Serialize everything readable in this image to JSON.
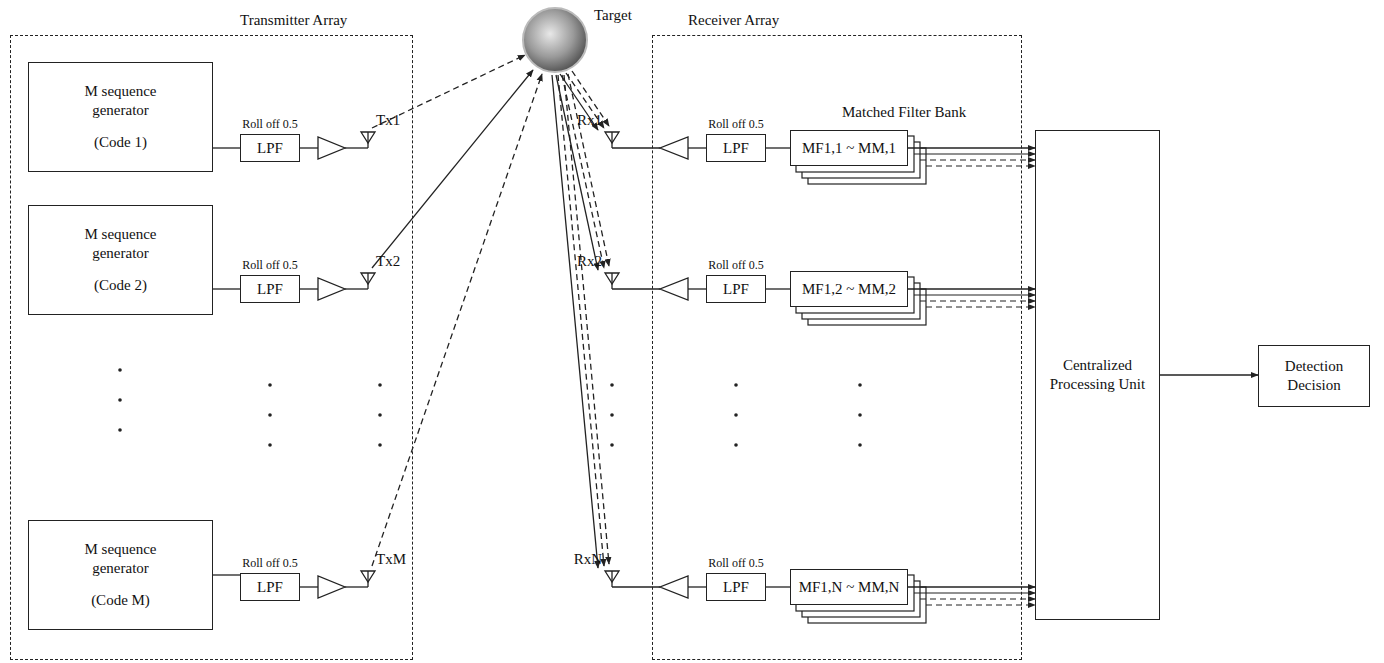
{
  "diagram": {
    "nodes": [
      {
        "text": [
          "Transmitter Array"
        ]
      },
      {
        "text": [
          "M sequence generator",
          "(Code 1)"
        ],
        "in": 0
      },
      {
        "text": [
          "Roll off 0.5",
          "LPF"
        ],
        "in": 0
      },
      {
        "text": [
          "M sequence generator",
          "(Code 2)"
        ],
        "in": 0
      },
      {
        "text": [
          "Roll off 0.5",
          "LPF"
        ],
        "in": 0
      },
      {
        "text": [
          "M sequence generator",
          "(Code M)"
        ],
        "in": 0
      },
      {
        "text": [
          "Roll off 0.5",
          "LPF"
        ],
        "in": 0
      },
      {
        "text": [
          "Target"
        ]
      },
      {
        "text": [
          "Receiver Array"
        ]
      },
      {
        "text": [
          "Roll off 0.5",
          "LPF"
        ],
        "in": 8
      },
      {
        "text": [
          "MF1,1 ~ MM,1"
        ],
        "in": 8
      },
      {
        "text": [
          "Roll off 0.5",
          "LPF"
        ],
        "in": 8
      },
      {
        "text": [
          "MF1,2 ~ MM,2"
        ],
        "in": 8
      },
      {
        "text": [
          "Roll off 0.5",
          "LPF"
        ],
        "in": 8
      },
      {
        "text": [
          "MF1,N ~ MM,N"
        ],
        "in": 8
      },
      {
        "text": [
          "Centralized Processing Unit"
        ]
      },
      {
        "text": [
          "Detection Decision"
        ]
      }
    ],
    "edges": [
      {
        "from": 1,
        "to": 2,
        "arrow": "none"
      },
      {
        "from": 3,
        "to": 4,
        "arrow": "none"
      },
      {
        "from": 5,
        "to": 6,
        "arrow": "none"
      },
      {
        "from": 9,
        "to": 10,
        "arrow": "none"
      },
      {
        "from": 11,
        "to": 12,
        "arrow": "none"
      },
      {
        "from": 13,
        "to": 14,
        "arrow": "none"
      },
      {
        "from": 10,
        "to": 15,
        "arrow": "to"
      },
      {
        "from": 12,
        "to": 15,
        "arrow": "to"
      },
      {
        "from": 14,
        "to": 15,
        "arrow": "to"
      },
      {
        "from": 15,
        "to": 16,
        "arrow": "to"
      }
    ],
    "labels": [
      "Tx1",
      "Tx2",
      "TxM",
      "Rx1",
      "Rx2",
      "RxN",
      "Matched Filter Bank"
    ]
  }
}
